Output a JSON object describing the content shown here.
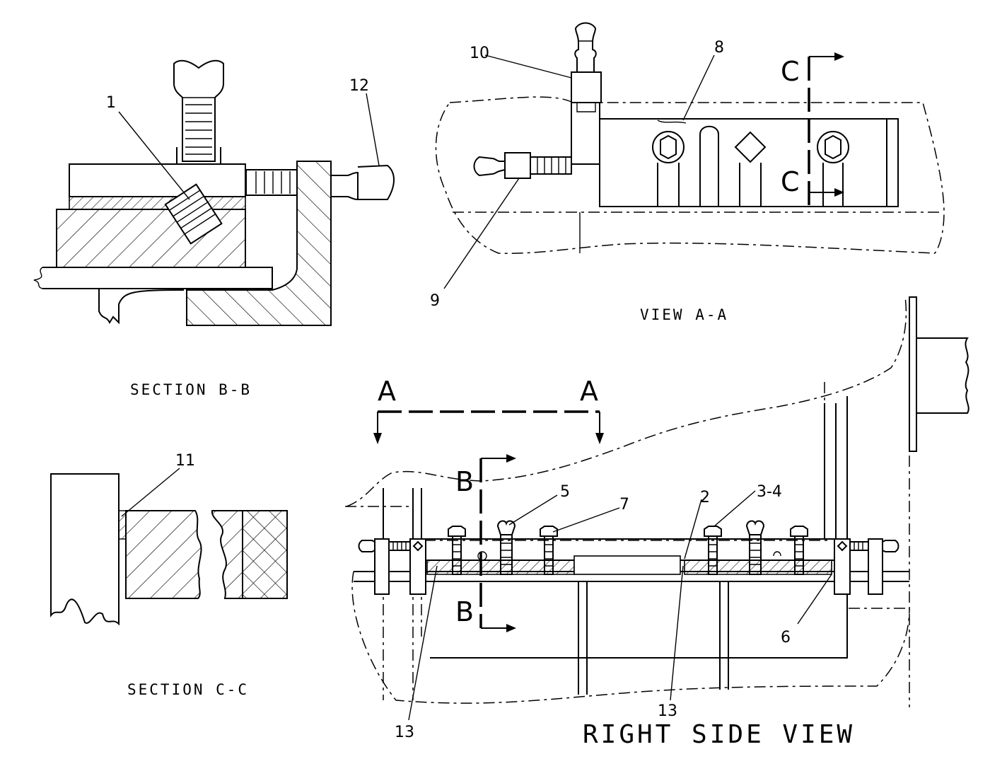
{
  "captions": {
    "section_bb": "SECTION B-B",
    "view_aa": "VIEW A-A",
    "section_cc": "SECTION C-C",
    "right_side_view": "RIGHT SIDE VIEW"
  },
  "callouts": {
    "c1": "1",
    "c2": "2",
    "c3_4": "3-4",
    "c5": "5",
    "c6": "6",
    "c7": "7",
    "c8": "8",
    "c9": "9",
    "c10": "10",
    "c11": "11",
    "c12": "12",
    "c13a": "13",
    "c13b": "13"
  },
  "cut_markers": {
    "a_left": "A",
    "a_right": "A",
    "b_top": "B",
    "b_bottom": "B",
    "c_top": "C",
    "c_bottom": "C"
  },
  "colors": {
    "ink": "#000000",
    "paper": "#ffffff"
  }
}
